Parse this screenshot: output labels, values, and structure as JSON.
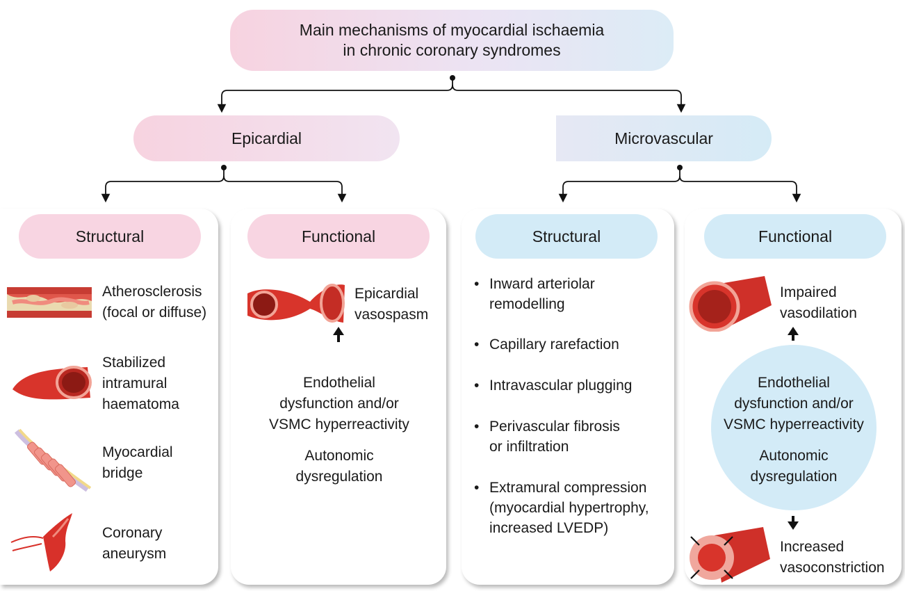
{
  "title": {
    "line1": "Main mechanisms of myocardial ischaemia",
    "line2": "in chronic coronary syndromes"
  },
  "level2": {
    "epicardial": "Epicardial",
    "microvascular": "Microvascular"
  },
  "epicardial_structural": {
    "header": "Structural",
    "items": [
      {
        "label": "Atherosclerosis\n(focal or diffuse)",
        "icon": "atherosclerosis-icon"
      },
      {
        "label": "Stabilized\nintramural\nhaematoma",
        "icon": "haematoma-icon"
      },
      {
        "label": "Myocardial\nbridge",
        "icon": "myocardial-bridge-icon"
      },
      {
        "label": "Coronary\naneurysm",
        "icon": "aneurysm-icon"
      }
    ]
  },
  "epicardial_functional": {
    "header": "Functional",
    "vasospasm": "Epicardial\nvasospasm",
    "endothelial": "Endothelial\ndysfunction and/or\nVSMC hyperreactivity",
    "autonomic": "Autonomic\ndysregulation"
  },
  "micro_structural": {
    "header": "Structural",
    "bullets": [
      "Inward arteriolar\nremodelling",
      "Capillary rarefaction",
      "Intravascular plugging",
      "Perivascular fibrosis\nor infiltration",
      "Extramural compression\n(myocardial hypertrophy,\nincreased LVEDP)"
    ]
  },
  "micro_functional": {
    "header": "Functional",
    "impaired": "Impaired\nvasodilation",
    "endothelial": "Endothelial\ndysfunction and/or\nVSMC hyperreactivity",
    "autonomic": "Autonomic\ndysregulation",
    "increased": "Increased\nvasoconstriction"
  },
  "colors": {
    "pink": "#f8d5e2",
    "blue": "#d3ebf7",
    "vessel": "#d8312a",
    "connector": "#111111"
  }
}
